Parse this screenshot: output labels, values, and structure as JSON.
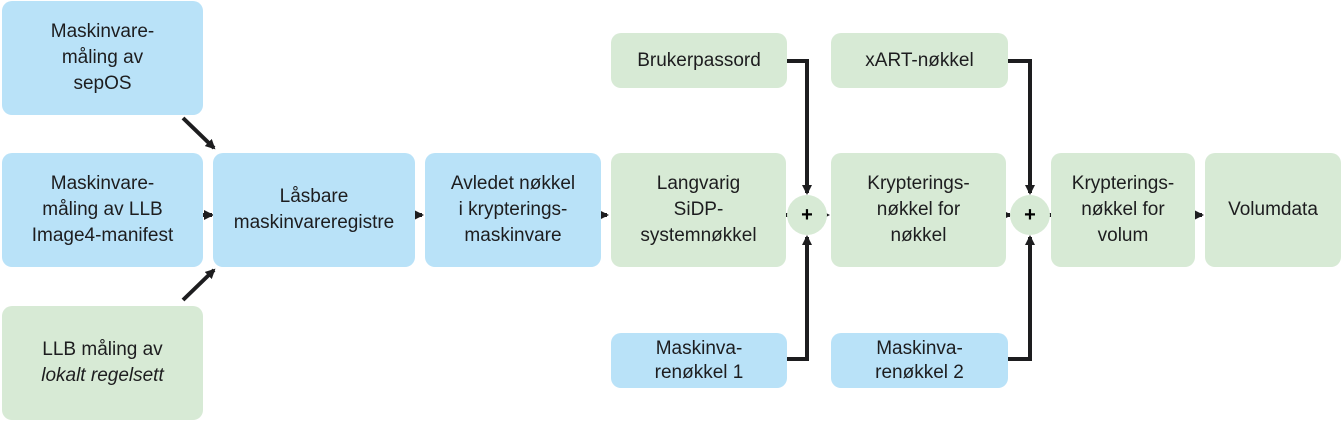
{
  "nodes": {
    "sepos": [
      "Maskinvare-",
      "måling av",
      "sepOS"
    ],
    "llb_manifest": [
      "Maskinvare-",
      "måling av LLB",
      "Image4-manifest"
    ],
    "llb_policy": [
      "LLB måling av",
      "lokalt regelsett"
    ],
    "lockable_registers": [
      "Låsbare",
      "maskinvareregistre"
    ],
    "derived_key": [
      "Avledet nøkkel",
      "i krypterings-",
      "maskinvare"
    ],
    "user_password": [
      "Brukerpassord"
    ],
    "sidp_key": [
      "Langvarig",
      "SiDP-",
      "systemnøkkel"
    ],
    "hw_key_1": [
      "Maskinva-",
      "renøkkel 1"
    ],
    "xart_key": [
      "xART-nøkkel"
    ],
    "key_encryption_key": [
      "Krypterings-",
      "nøkkel for",
      "nøkkel"
    ],
    "hw_key_2": [
      "Maskinva-",
      "renøkkel 2"
    ],
    "volume_encryption_key": [
      "Krypterings-",
      "nøkkel for",
      "volum"
    ],
    "volume_data": [
      "Volumdata"
    ]
  },
  "operators": {
    "combine_1": "+",
    "combine_2": "+"
  },
  "colors": {
    "blue": "#b9e2f8",
    "green": "#d7ead5",
    "arrow": "#1d1d1f"
  }
}
